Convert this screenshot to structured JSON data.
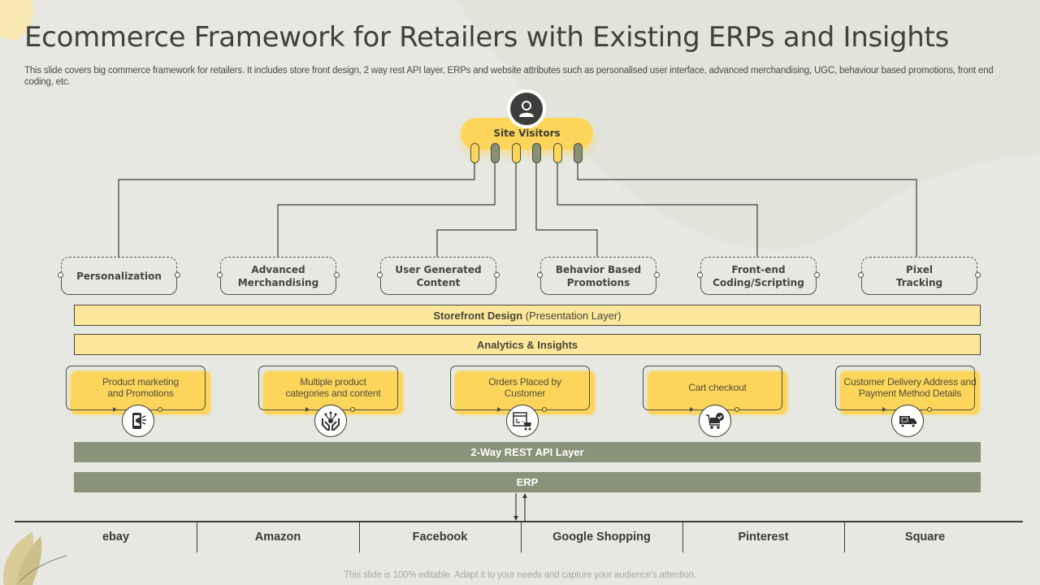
{
  "slide": {
    "title": "Ecommerce Framework for Retailers with Existing ERPs and Insights",
    "subtitle": "This slide covers big commerce framework for retailers. It includes store front design, 2 way rest API  layer, ERPs and website attributes such as personalised user interface, advanced merchandising, UGC, behaviour based promotions, front end coding, etc.",
    "footer": "This slide is 100% editable. Adapt it to your needs and capture your audience's attention."
  },
  "hub": {
    "label": "Site Visitors",
    "icon": "user-icon"
  },
  "attributes": [
    {
      "label": "Personalization"
    },
    {
      "label": "Advanced Merchandising"
    },
    {
      "label": "User Generated Content"
    },
    {
      "label": "Behavior Based Promotions"
    },
    {
      "label": "Front-end Coding/Scripting"
    },
    {
      "label": "Pixel Tracking"
    }
  ],
  "layers": {
    "storefront_bold": "Storefront Design",
    "storefront_rest": " (Presentation Layer)",
    "analytics": "Analytics & Insights",
    "api": "2-Way REST API Layer",
    "erp": "ERP"
  },
  "features": [
    {
      "label": "Product marketing and Promotions",
      "icon": "mobile-megaphone-icon"
    },
    {
      "label": "Multiple product categories and content",
      "icon": "hands-network-icon"
    },
    {
      "label": "Orders Placed by Customer",
      "icon": "browser-cart-icon"
    },
    {
      "label": "Cart checkout",
      "icon": "cart-check-icon"
    },
    {
      "label": "Customer Delivery Address and Payment Method Details",
      "icon": "delivery-truck-icon"
    }
  ],
  "platforms": [
    "ebay",
    "Amazon",
    "Facebook",
    "Google Shopping",
    "Pinterest",
    "Square"
  ],
  "colors": {
    "background": "#e6e8e1",
    "accent_yellow": "#fdd55a",
    "light_yellow": "#fee69b",
    "olive": "#8a927a",
    "dark": "#3d3d3b"
  }
}
